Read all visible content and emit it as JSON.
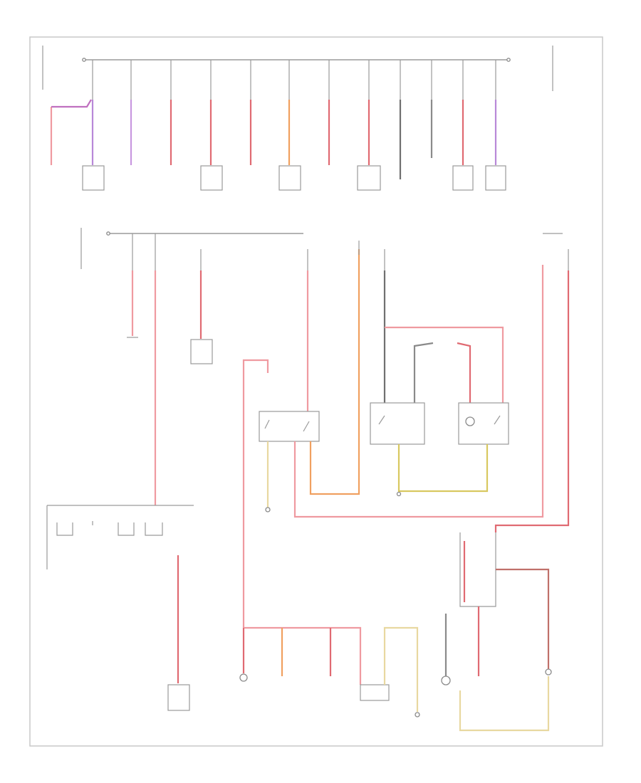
{
  "diagram": {
    "title": "",
    "frame_label": "",
    "colors": {
      "pink": "#ef9aa0",
      "red": "#e06a72",
      "violet": "#b888d8",
      "magenta": "#c070c0",
      "orange": "#f0a060",
      "yellow": "#d8c860",
      "gray": "#707070",
      "frame": "#c8c8c8"
    },
    "wire_colors": [
      "pink",
      "red",
      "violet",
      "magenta",
      "orange",
      "yellow",
      "gray"
    ],
    "sections": [
      "top-fuse-bus",
      "middle-fuse-bus",
      "left-ground-module",
      "center-switch",
      "right-switches",
      "bottom-loads"
    ]
  }
}
